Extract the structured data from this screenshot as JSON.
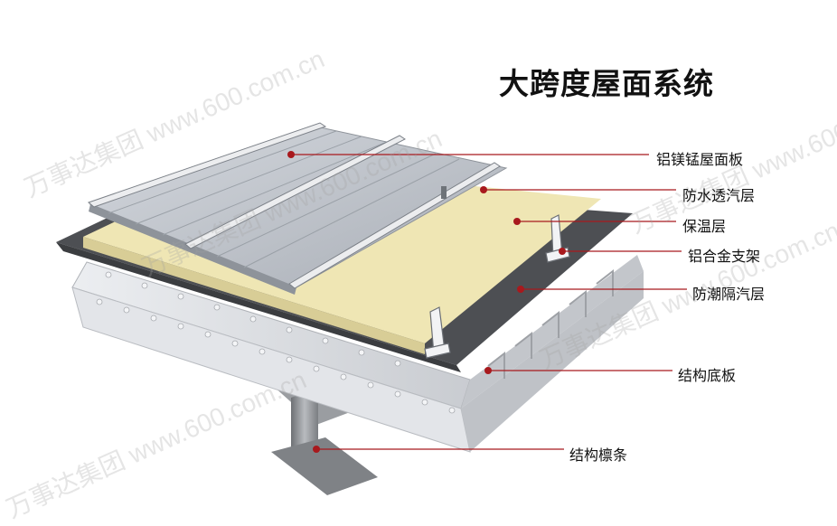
{
  "title": "大跨度屋面系统",
  "watermark": "万事达集团 www.600.com.cn",
  "layers": [
    {
      "label": "铝镁锰屋面板"
    },
    {
      "label": "防水透汽层"
    },
    {
      "label": "保温层"
    },
    {
      "label": "铝合金支架"
    },
    {
      "label": "防潮隔汽层"
    },
    {
      "label": "结构底板"
    },
    {
      "label": "结构檩条"
    }
  ],
  "colors": {
    "leader": "#a8191d",
    "metal_panel": "#b9bec6",
    "insulation": "#efe6b4",
    "vapor_barrier": "#4d4f53",
    "deck": "#d9dbe0",
    "purlin": "#8f9296"
  }
}
